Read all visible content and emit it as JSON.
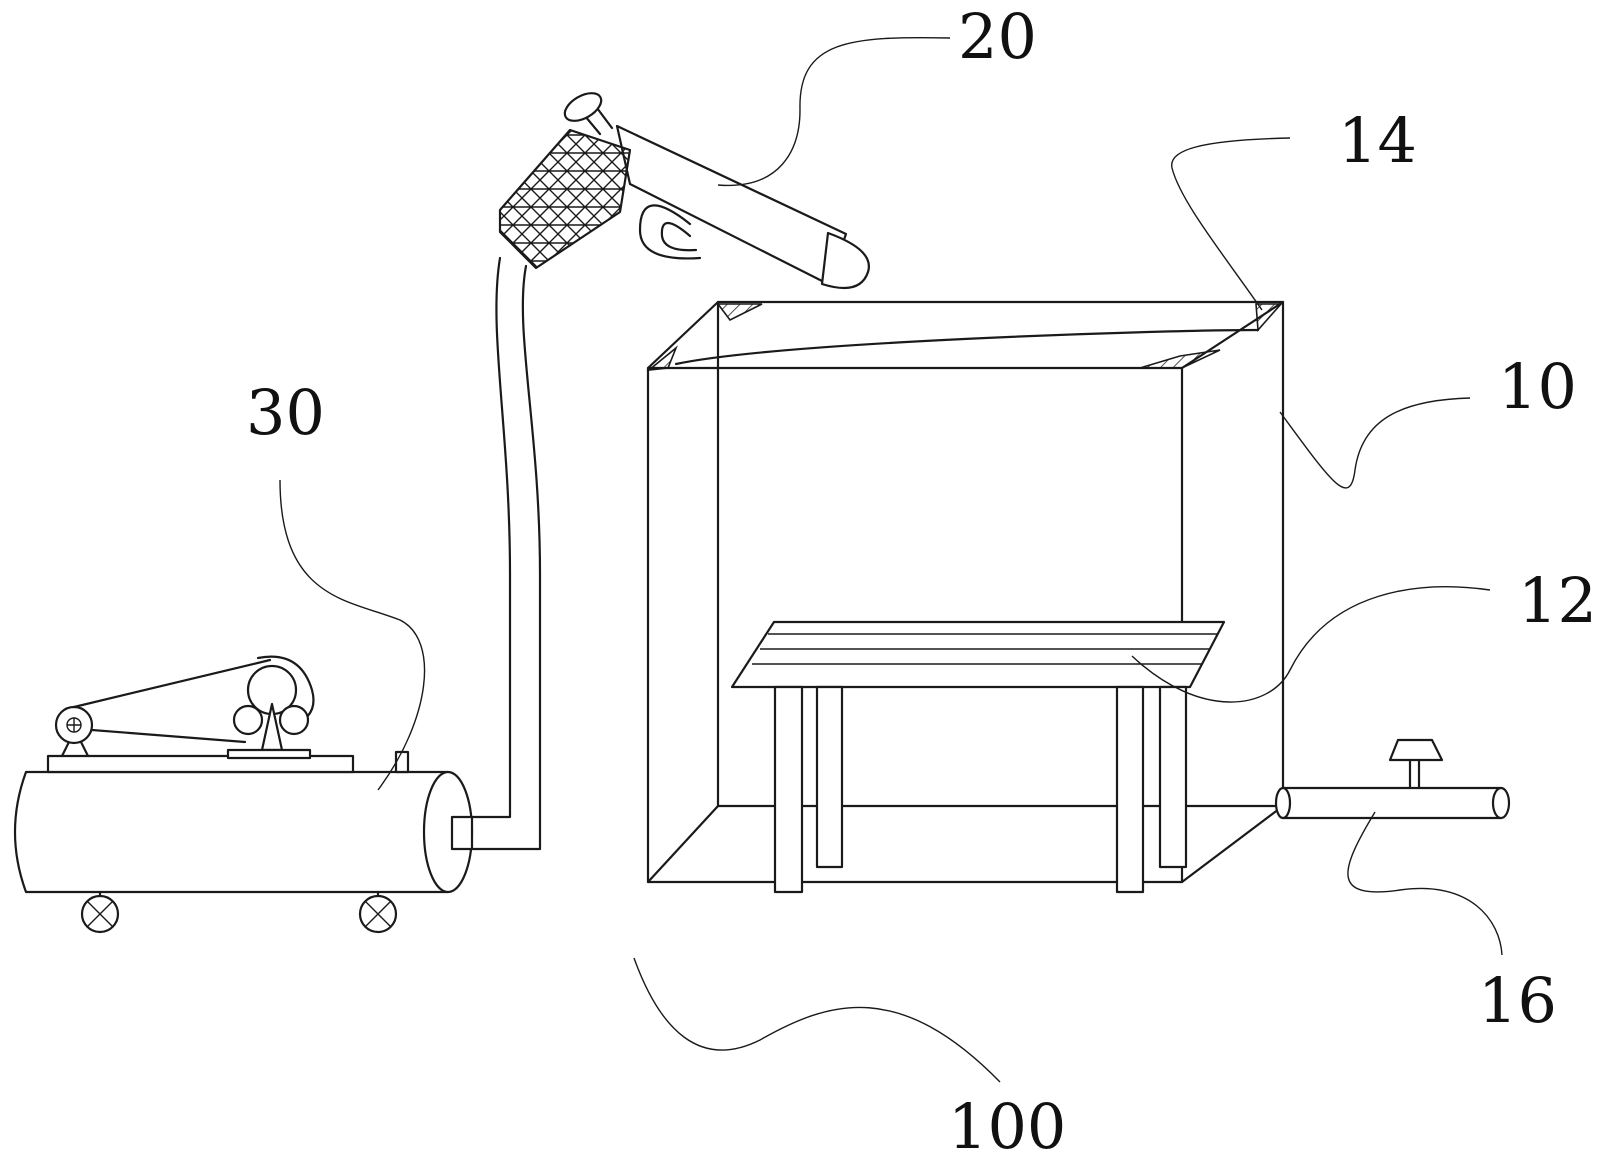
{
  "figure": {
    "labels": {
      "spray_gun": "20",
      "cover": "14",
      "chamber": "10",
      "rack": "12",
      "compressor": "30",
      "drain_valve": "16",
      "assembly": "100"
    }
  }
}
